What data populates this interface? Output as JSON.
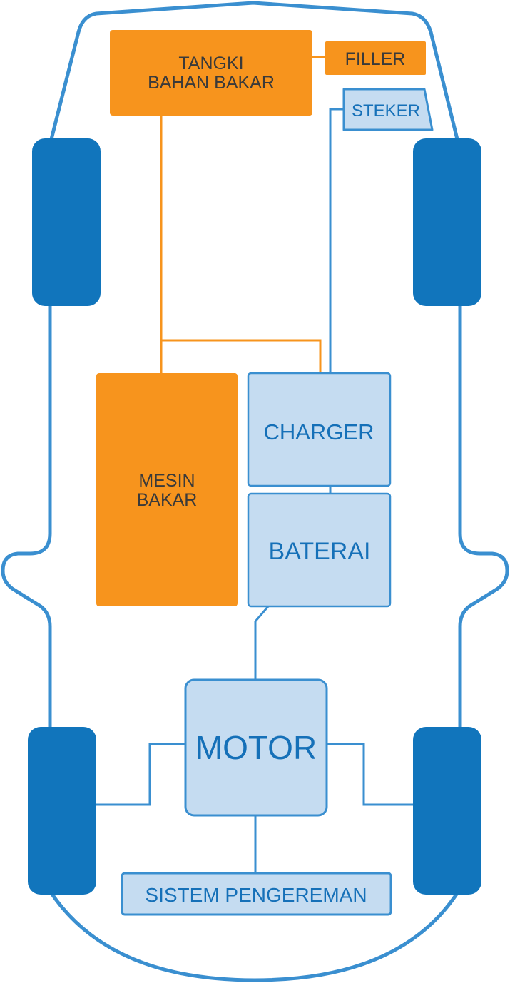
{
  "colors": {
    "engine": "#F7941D",
    "outline": "#3A8FD0",
    "wheel": "#1175BC",
    "electric_fill": "#C5DCF1",
    "dark_text": "#3A3A3A",
    "blue_text": "#1570B8"
  },
  "components": {
    "fuel_tank": {
      "line1": "TANGKI",
      "line2": "BAHAN BAKAR"
    },
    "filler": "FILLER",
    "plug": "STEKER",
    "engine": {
      "line1": "MESIN",
      "line2": "BAKAR"
    },
    "charger": "CHARGER",
    "battery": "BATERAI",
    "motor": "MOTOR",
    "braking": "SISTEM PENGEREMAN"
  }
}
